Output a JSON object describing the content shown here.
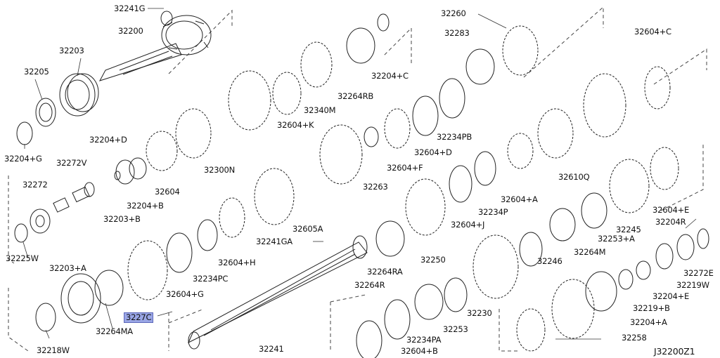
{
  "diagram": {
    "drawing_code": "J32200Z1",
    "highlighted_part": "3227C",
    "labels": {
      "l32241G": "32241G",
      "l32200": "32200",
      "l32203": "32203",
      "l32205": "32205",
      "l32204G": "32204+G",
      "l32204D": "32204+D",
      "l32272V": "32272V",
      "l32272": "32272",
      "l32203B": "32203+B",
      "l32204B": "32204+B",
      "l32604": "32604",
      "l32225W": "32225W",
      "l32203A": "32203+A",
      "l32264MA": "32264MA",
      "l3227C": "3227C",
      "l32218W": "32218W",
      "l32604G": "32604+G",
      "l32234PC": "32234PC",
      "l32604H": "32604+H",
      "l32241GA": "32241GA",
      "l32605A": "32605A",
      "l32300N": "32300N",
      "l32604K": "32604+K",
      "l32340M": "32340M",
      "l32264RB": "32264RB",
      "l32204C": "32204+C",
      "l32260": "32260",
      "l32283": "32283",
      "l32604C": "32604+C",
      "l32234PB": "32234PB",
      "l32604D": "32604+D",
      "l32604F": "32604+F",
      "l32263": "32263",
      "l32610Q": "32610Q",
      "l32604A": "32604+A",
      "l32234P": "32234P",
      "l32604J": "32604+J",
      "l32604E": "32604+E",
      "l32204R": "32204R",
      "l32253A": "32253+A",
      "l32245": "32245",
      "l32264M": "32264M",
      "l32246": "32246",
      "l32250": "32250",
      "l32264RA": "32264RA",
      "l32264R": "32264R",
      "l32253": "32253",
      "l32230": "32230",
      "l32234PA": "32234PA",
      "l32604B": "32604+B",
      "l32241": "32241",
      "l32272E": "32272E",
      "l32219W": "32219W",
      "l32204E": "32204+E",
      "l32219B": "32219+B",
      "l32204A": "32204+A",
      "l32258": "32258"
    }
  }
}
